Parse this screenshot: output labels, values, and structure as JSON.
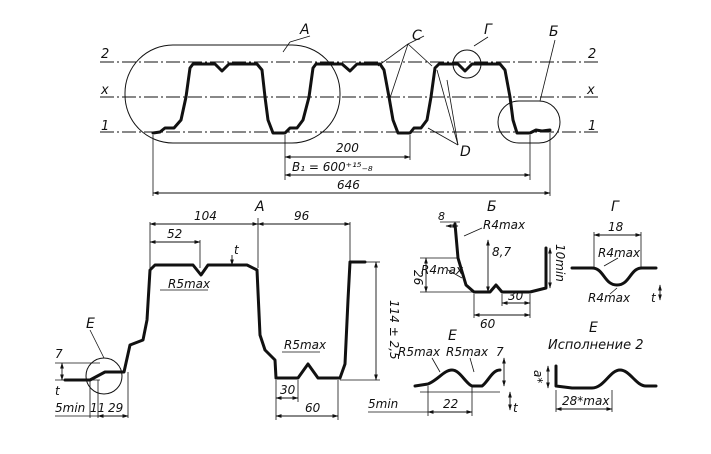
{
  "main_view": {
    "callouts": {
      "a": "А",
      "c": "С",
      "g": "Г",
      "b": "Б",
      "d": "D"
    },
    "axis_labels": {
      "line2_left": "2",
      "line2_right": "2",
      "x_left": "x",
      "x_right": "x",
      "line1_left": "1",
      "line1_right": "1"
    },
    "dims": {
      "pitch": "200",
      "width": "B₁ = 600⁺¹⁵₋₈",
      "overall": "646"
    }
  },
  "detail_a": {
    "title": "А",
    "dims": {
      "top_total": "104",
      "top_half": "52",
      "top_right": "96",
      "small_t": "t",
      "height": "114 ± 2,5",
      "bottom_30": "30",
      "bottom_60": "60",
      "lip_7": "7",
      "lip_t": "t",
      "left_5min": "5min",
      "left_11": "11",
      "left_29": "29"
    },
    "radii": {
      "r5max_top": "R5max",
      "r5max_bottom": "R5max"
    },
    "callout_e": "Е"
  },
  "detail_b": {
    "title": "Б",
    "dims": {
      "d8": "8",
      "r4max_top": "R4max",
      "d87": "8,7",
      "d10min": "10min",
      "d26": "26",
      "r4max_left": "R4max",
      "d30": "30",
      "d60": "60"
    }
  },
  "detail_g": {
    "title": "Г",
    "dims": {
      "d18": "18",
      "r4max_top": "R4max",
      "r4max_bottom": "R4max",
      "d_t": "t"
    }
  },
  "detail_e1": {
    "title": "Е",
    "dims": {
      "r5max_1": "R5max",
      "r5max_2": "R5max",
      "d7": "7",
      "d5min": "5min",
      "d22": "22",
      "d_t": "t"
    }
  },
  "detail_e2": {
    "title": "Е",
    "subtitle": "Исполнение 2",
    "dims": {
      "d_a": "a*",
      "d28": "28*max"
    }
  }
}
